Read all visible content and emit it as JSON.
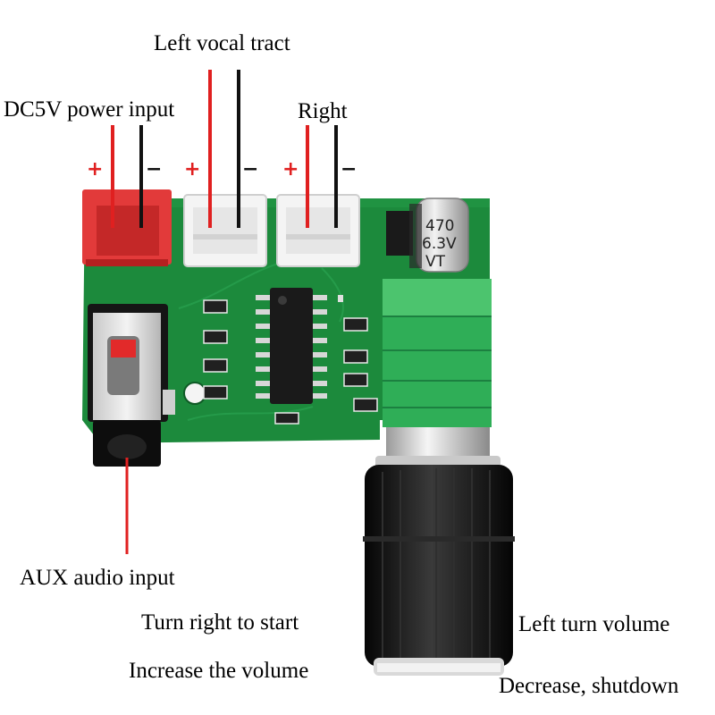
{
  "labels": {
    "left_vocal_tract": "Left vocal tract",
    "dc_power_input": "DC5V power input",
    "right": "Right",
    "aux_audio_input": "AUX audio input",
    "turn_right_to_start": "Turn right to start",
    "increase_the_volume": "Increase the volume",
    "left_turn_volume": "Left turn volume",
    "decrease_shutdown": "Decrease, shutdown"
  },
  "polarity": {
    "plus": "+",
    "minus": "−"
  },
  "capacitor": {
    "line1": "470",
    "line2": "6.3V",
    "line3": "VT"
  },
  "colors": {
    "pcb": "#1c8a3c",
    "pcb_dark": "#12652b",
    "wire_red": "#e02020",
    "wire_black": "#111111",
    "power_connector": "#e23a3a",
    "speaker_connector": "#f4f4f4",
    "knob": "#151515"
  }
}
